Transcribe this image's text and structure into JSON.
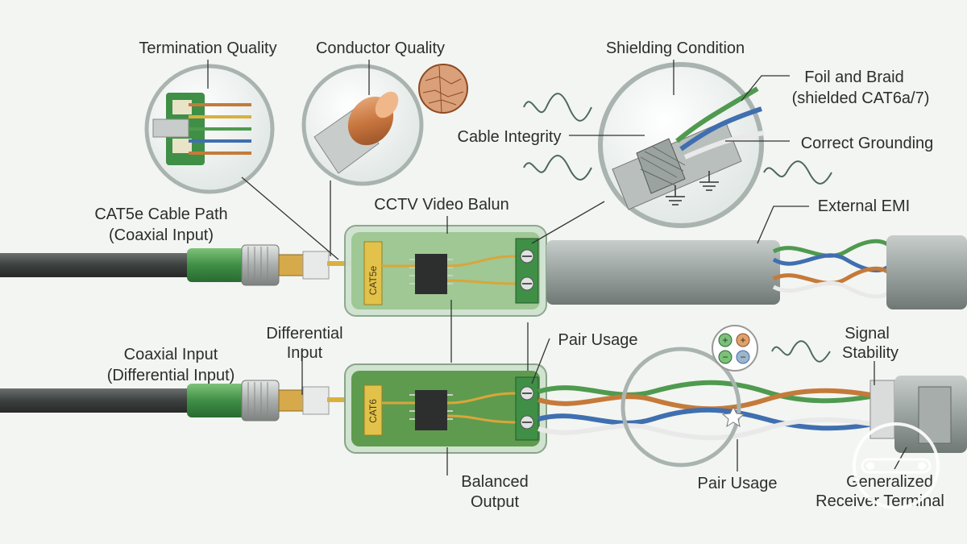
{
  "labels": {
    "termination_quality": "Termination Quality",
    "conductor_quality": "Conductor Quality",
    "shielding_condition": "Shielding Condition",
    "foil_and_braid": "Foil and Braid",
    "shielded_cat6a7": "(shielded CAT6a/7)",
    "cable_integrity": "Cable Integrity",
    "correct_grounding": "Correct Grounding",
    "cctv_video_balun": "CCTV Video Balun",
    "cat5e_cable_path": "CAT5e Cable Path",
    "coaxial_input_paren": "(Coaxial Input)",
    "external_emi": "External EMI",
    "differential": "Differential",
    "input": "Input",
    "coaxial_input": "Coaxial Input",
    "differential_input_paren": "(Differential Input)",
    "pair_usage_top": "Pair Usage",
    "signal": "Signal",
    "stability": "Stability",
    "balanced": "Balanced",
    "output": "Output",
    "pair_usage_bottom": "Pair Usage",
    "generalized": "Generalized",
    "receiver_terminal": "Receiver Terminal"
  },
  "chips": {
    "top": "CAT5e",
    "bottom": "CAT6"
  },
  "polarity": {
    "plus": "+",
    "minus": "−"
  },
  "colors": {
    "pcb_green": "#5f9b4e",
    "cable_gray": "#9aa3a0",
    "connector_green": "#3f8f46",
    "wire_blue": "#3f6fb0",
    "wire_green": "#4f9a4f",
    "wire_orange": "#c57a3a",
    "chip_yellow": "#e2c24a"
  }
}
